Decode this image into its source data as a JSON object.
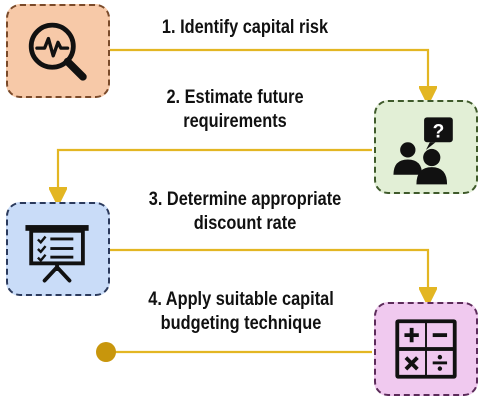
{
  "steps": [
    {
      "line1": "1. Identify capital risk",
      "line2": "",
      "icon": "magnifier-pulse-icon",
      "fill": "#f7c9a8",
      "border": "#7a4a2a"
    },
    {
      "line1": "2. Estimate future",
      "line2": "requirements",
      "icon": "people-question-icon",
      "fill": "#e2efd6",
      "border": "#3f5a2b"
    },
    {
      "line1": "3. Determine appropriate",
      "line2": "discount rate",
      "icon": "presentation-board-icon",
      "fill": "#c9dcf8",
      "border": "#2b3a5c"
    },
    {
      "line1": "4. Apply suitable capital",
      "line2": "budgeting technique",
      "icon": "calculator-icon",
      "fill": "#f0c9ef",
      "border": "#5c2b5a"
    }
  ],
  "connector_color": "#e3b623",
  "end_dot_color": "#c8960c"
}
